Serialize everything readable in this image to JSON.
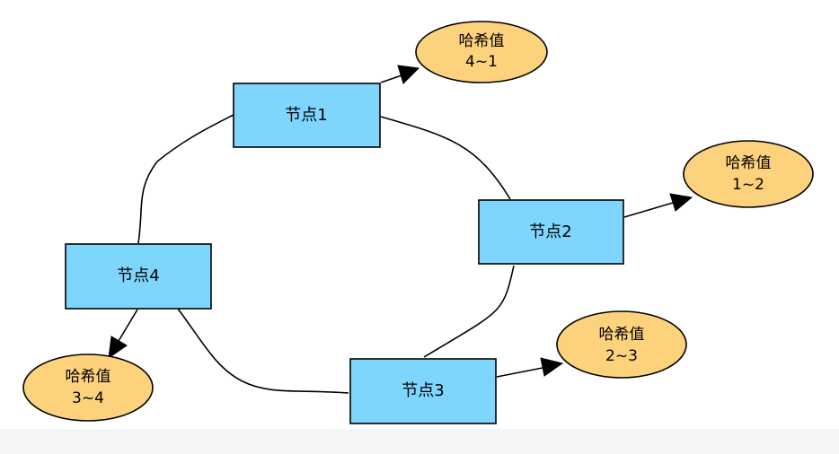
{
  "diagram": {
    "nodes": [
      {
        "id": "node1",
        "label": "节点1"
      },
      {
        "id": "node2",
        "label": "节点2"
      },
      {
        "id": "node3",
        "label": "节点3"
      },
      {
        "id": "node4",
        "label": "节点4"
      }
    ],
    "hashes": [
      {
        "id": "hash-4-1",
        "line1": "哈希值",
        "line2": "4~1"
      },
      {
        "id": "hash-1-2",
        "line1": "哈希值",
        "line2": "1~2"
      },
      {
        "id": "hash-2-3",
        "line1": "哈希值",
        "line2": "2~3"
      },
      {
        "id": "hash-3-4",
        "line1": "哈希值",
        "line2": "3~4"
      }
    ],
    "ring_edges": [
      {
        "from": "node1",
        "to": "node2"
      },
      {
        "from": "node2",
        "to": "node3"
      },
      {
        "from": "node3",
        "to": "node4"
      },
      {
        "from": "node4",
        "to": "node1"
      }
    ],
    "arrow_edges": [
      {
        "from": "node1",
        "to": "hash-4-1"
      },
      {
        "from": "node2",
        "to": "hash-1-2"
      },
      {
        "from": "node3",
        "to": "hash-2-3"
      },
      {
        "from": "node4",
        "to": "hash-3-4"
      }
    ],
    "colors": {
      "node_fill": "#7fd6fd",
      "hash_fill": "#fdd27c",
      "stroke": "#000000"
    }
  }
}
